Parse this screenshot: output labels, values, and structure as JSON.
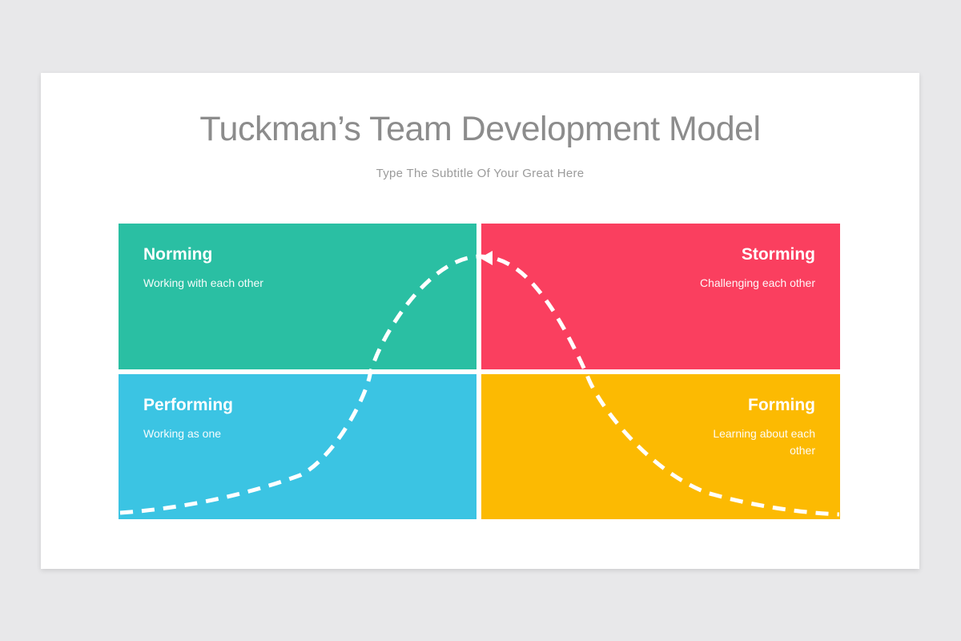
{
  "page": {
    "background_color": "#e8e8ea",
    "slide_color": "#ffffff"
  },
  "slide": {
    "title": "Tuckman’s Team Development Model",
    "subtitle": "Type The Subtitle Of Your Great Here",
    "title_color": "#8c8c8c",
    "subtitle_color": "#9b9b9b"
  },
  "quadrants": [
    {
      "id": "norming",
      "label": "Norming",
      "description": "Working with each other",
      "color": "#2abfa3",
      "position": "top-left",
      "text_align": "left"
    },
    {
      "id": "storming",
      "label": "Storming",
      "description": "Challenging each other",
      "color": "#fa3f5f",
      "position": "top-right",
      "text_align": "right"
    },
    {
      "id": "performing",
      "label": "Performing",
      "description": "Working as one",
      "color": "#3bc4e3",
      "position": "bottom-left",
      "text_align": "left"
    },
    {
      "id": "forming",
      "label": "Forming",
      "description": "Learning about each other",
      "color": "#fcba02",
      "position": "bottom-right",
      "text_align": "right"
    }
  ],
  "curve": {
    "color": "#ffffff",
    "style": "dashed",
    "arrow_direction": "left",
    "description": "Dashed bell-shaped performance curve: low at bottom-left and bottom-right, peaking at top center with a left-pointing arrowhead at the peak"
  }
}
